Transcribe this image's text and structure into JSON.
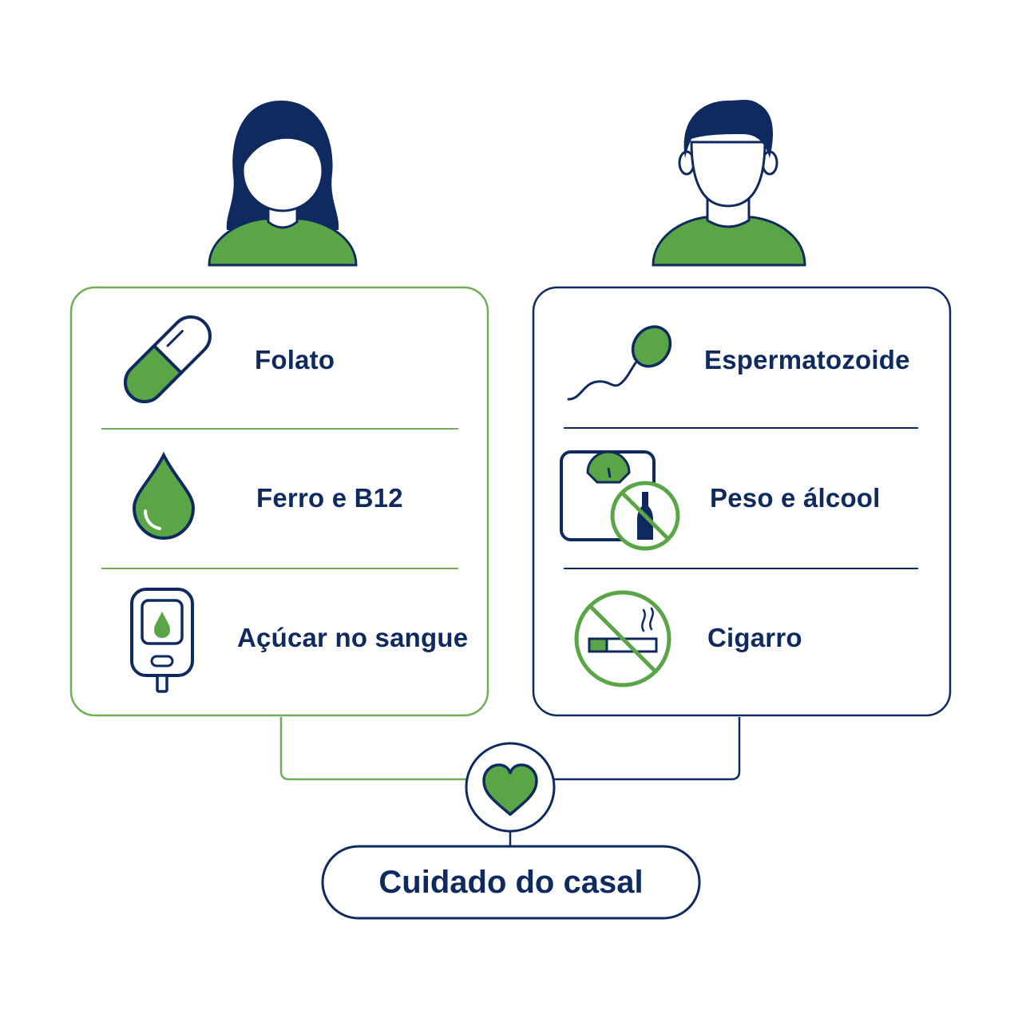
{
  "colors": {
    "green": "#5aa646",
    "green_line": "#6fae57",
    "navy": "#0f2a5f"
  },
  "woman": {
    "icon": "woman-avatar-icon",
    "items": [
      {
        "icon": "capsule-icon",
        "label": "Folato"
      },
      {
        "icon": "blood-drop-icon",
        "label": "Ferro e B12"
      },
      {
        "icon": "glucose-meter-icon",
        "label": "Açúcar no sangue"
      }
    ]
  },
  "man": {
    "icon": "man-avatar-icon",
    "items": [
      {
        "icon": "sperm-icon",
        "label": "Espermatozoide"
      },
      {
        "icon": "scale-no-alcohol-icon",
        "label": "Peso e álcool"
      },
      {
        "icon": "no-smoking-icon",
        "label": "Cigarro"
      }
    ]
  },
  "center": {
    "icon": "heart-icon",
    "label": "Cuidado do casal"
  }
}
